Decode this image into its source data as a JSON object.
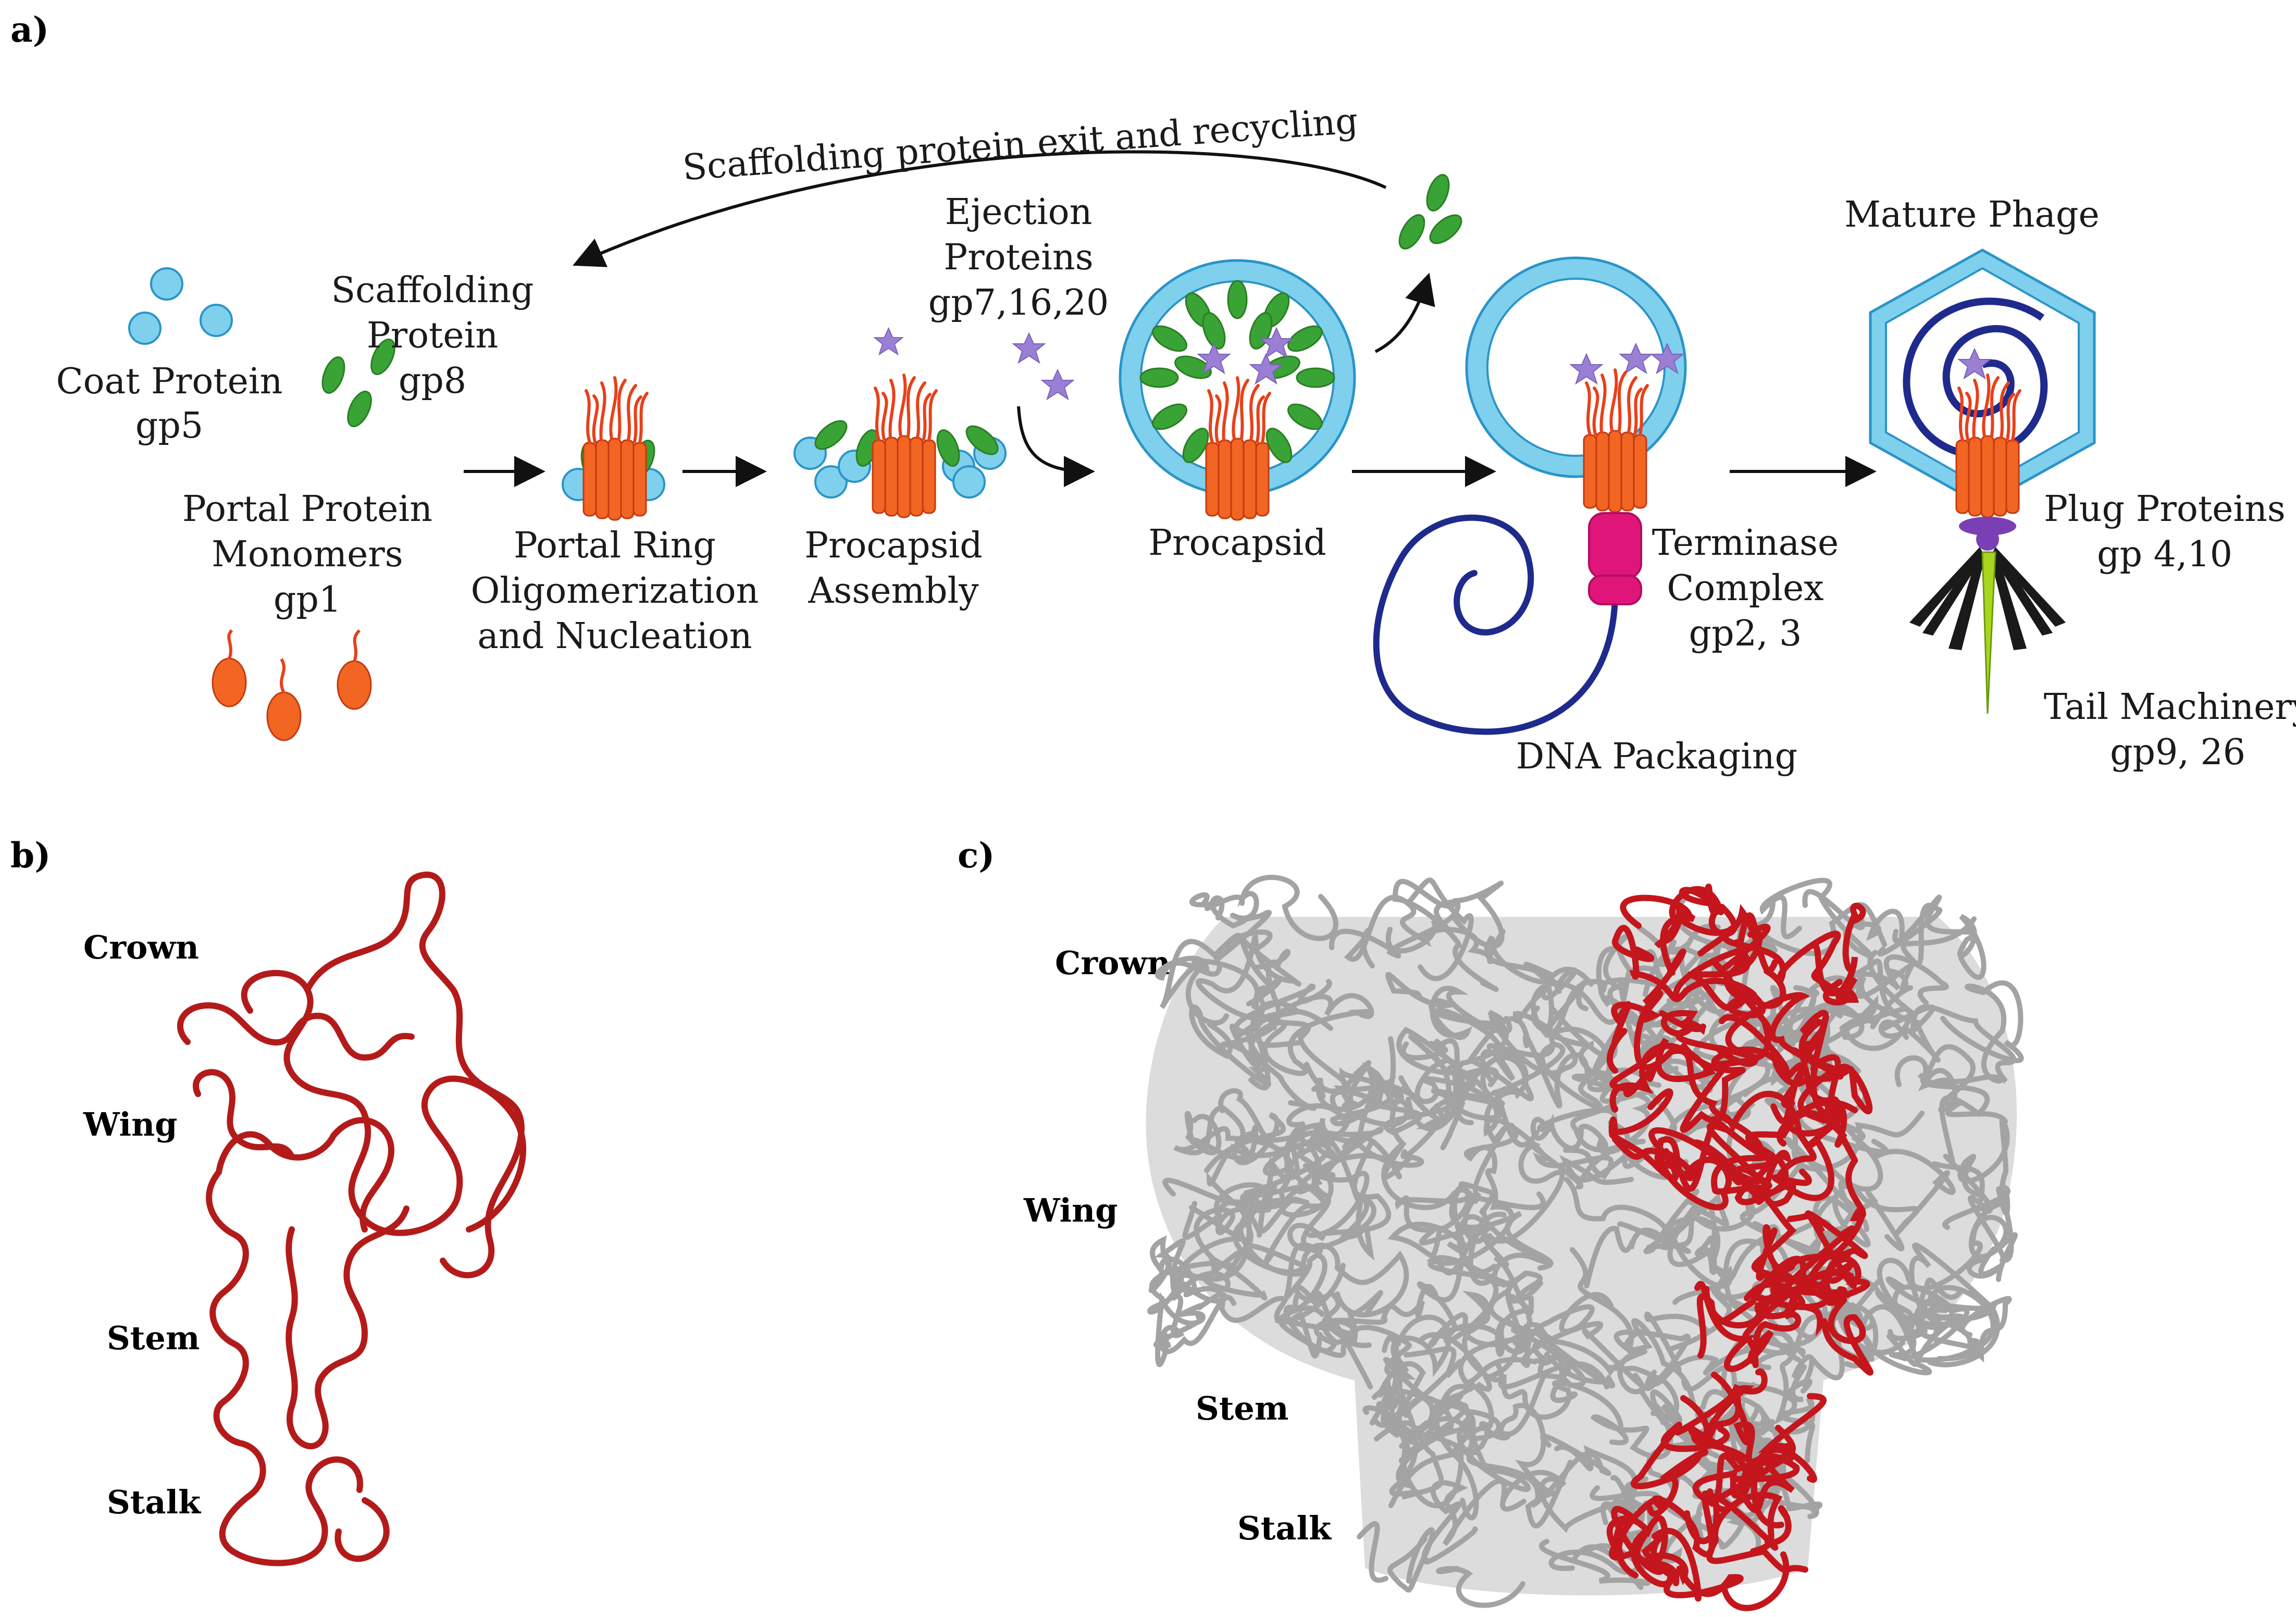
{
  "panels": {
    "a": "a)",
    "b": "b)",
    "c": "c)"
  },
  "panel_a": {
    "coat_protein": [
      "Coat Protein",
      "gp5"
    ],
    "scaffolding_protein": [
      "Scaffolding",
      "Protein",
      "gp8"
    ],
    "portal_protein": [
      "Portal Protein",
      "Monomers",
      "gp1"
    ],
    "portal_ring": [
      "Portal Ring",
      "Oligomerization",
      "and Nucleation"
    ],
    "procapsid_assembly": [
      "Procapsid",
      "Assembly"
    ],
    "ejection_proteins": [
      "Ejection",
      "Proteins",
      "gp7,16,20"
    ],
    "procapsid": "Procapsid",
    "recycling": "Scaffolding protein exit and recycling",
    "terminase": [
      "Terminase",
      "Complex",
      "gp2, 3"
    ],
    "dna_packaging": "DNA Packaging",
    "mature_phage": "Mature Phage",
    "plug_proteins": [
      "Plug Proteins",
      "gp 4,10"
    ],
    "tail_machinery": [
      "Tail  Machinery",
      "gp9, 26"
    ]
  },
  "panel_b": {
    "labels": [
      "Crown",
      "Wing",
      "Stem",
      "Stalk"
    ]
  },
  "panel_c": {
    "labels": [
      "Crown",
      "Wing",
      "Stem",
      "Stalk"
    ]
  },
  "colors": {
    "coat": "#7fd0ec",
    "coat_stroke": "#2a94c8",
    "scaffold": "#3aa335",
    "portal": "#f26522",
    "portal_stroke": "#d0401a",
    "ejection": "#9b7fd4",
    "dna": "#1e2a8c",
    "terminase": "#e0157a",
    "plug": "#7a3fb5",
    "tail": "#1a1a1a",
    "tail_needle": "#a8d620",
    "monomer_highlight": "#b31b1b",
    "assembly_grey": "#a8a8a8"
  },
  "icons": [
    "coat-protein-icon",
    "scaffold-icon",
    "portal-icon",
    "ejection-star-icon",
    "dna-spiral-icon",
    "terminase-icon",
    "phage-capsid-icon",
    "tail-icon"
  ]
}
